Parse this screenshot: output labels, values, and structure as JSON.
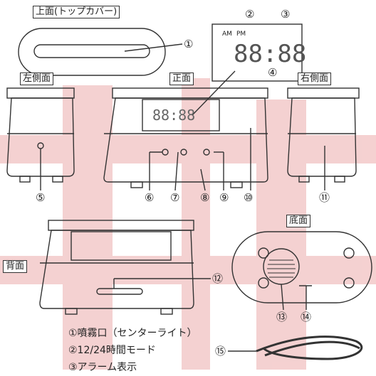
{
  "views": {
    "top": "上面(トップカバー)",
    "left": "左側面",
    "front": "正面",
    "right": "右側面",
    "back": "背面",
    "bottom": "底面"
  },
  "display": {
    "am": "AM",
    "pm": "PM",
    "time": "88:88"
  },
  "callouts": [
    "①",
    "②",
    "③",
    "④",
    "⑤",
    "⑥",
    "⑦",
    "⑧",
    "⑨",
    "⑩",
    "⑪",
    "⑫",
    "⑬",
    "⑭",
    "⑮"
  ],
  "legend": [
    "①噴霧口（センターライト）",
    "②12/24時間モード",
    "③アラーム表示"
  ],
  "colors": {
    "watermark": "#f2c6c6",
    "stroke": "#333333"
  }
}
